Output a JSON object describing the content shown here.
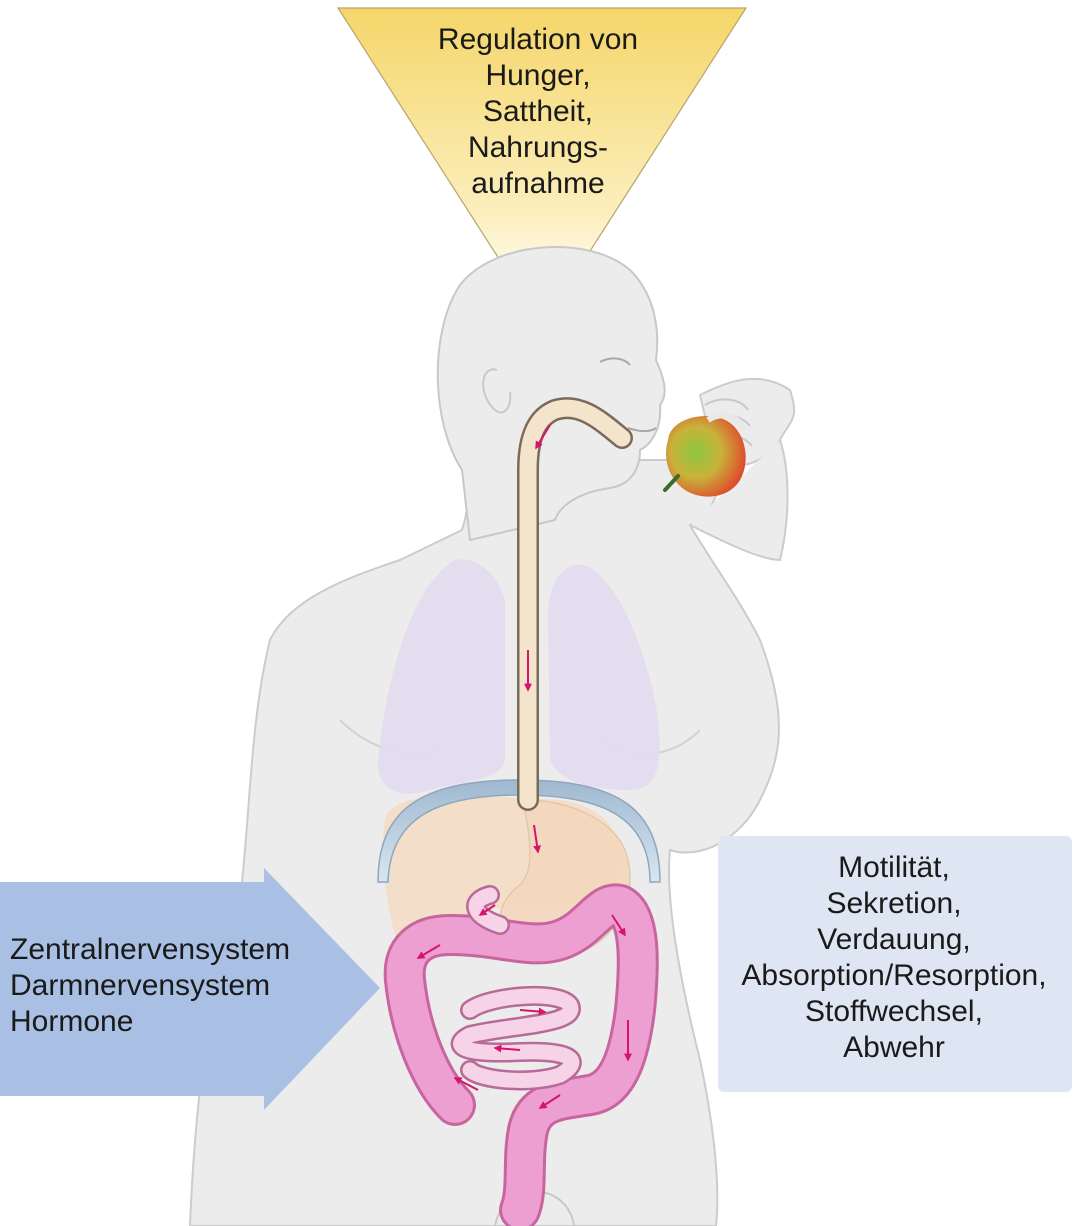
{
  "colors": {
    "cone_top": "#f5d76e",
    "cone_bottom": "#fdf6d8",
    "body_fill": "#ebebeb",
    "body_outline": "#c8c8c8",
    "lungs": "#e2dcf0",
    "liver_stomach": "#f5dcc3",
    "diaphragm": "#b9cfe2",
    "esophagus": "#f4e4cc",
    "colon": "#ee9fd2",
    "colon_dark": "#c8649e",
    "small_intestine": "#f6d3e6",
    "arrow_flow": "#d6146e",
    "apple_red": "#e3342b",
    "apple_green": "#8cc63f",
    "left_arrow": "#a9c0e4",
    "right_box": "#dfe6f3"
  },
  "labels": {
    "top": [
      "Regulation von",
      "Hunger,",
      "Sattheit,",
      "Nahrungs-",
      "aufnahme"
    ],
    "left": [
      "Zentralnervensystem",
      "Darmnervensystem",
      "Hormone"
    ],
    "right": [
      "Motilität,",
      "Sekretion,",
      "Verdauung,",
      "Absorption/Resorption,",
      "Stoffwechsel,",
      "Abwehr"
    ]
  }
}
